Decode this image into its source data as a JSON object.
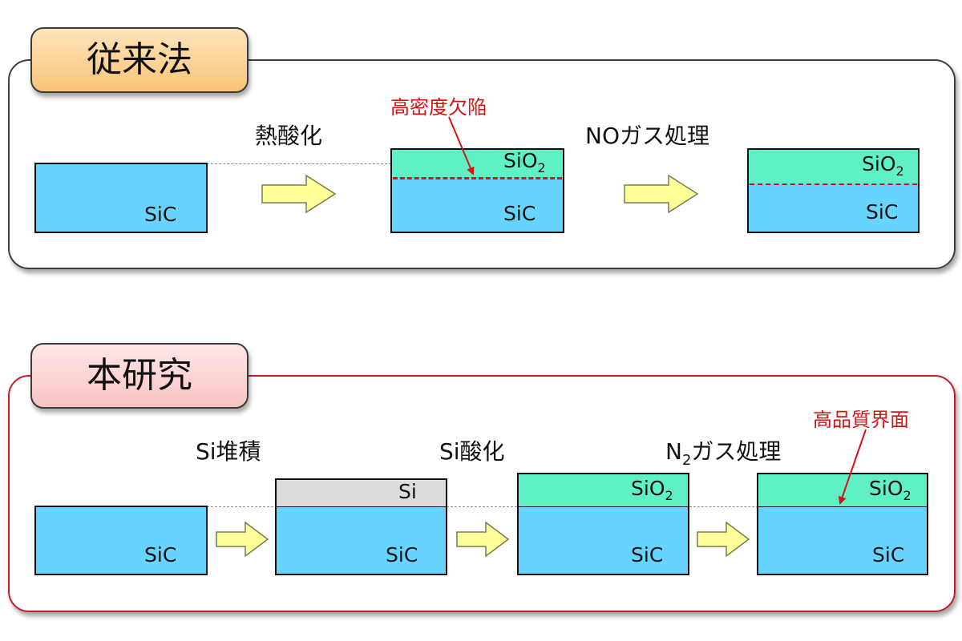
{
  "conventional": {
    "title": "従来法",
    "step1_label": "熱酸化",
    "defect_label": "高密度欠陥",
    "step2_label": "NOガス処理",
    "sic": "SiC",
    "sio2_main": "SiO",
    "sio2_sub": "2"
  },
  "research": {
    "title": "本研究",
    "step1_label": "Si堆積",
    "step2_label": "Si酸化",
    "step3_main": "N",
    "step3_sub": "2",
    "step3_rest": "ガス処理",
    "interface_label": "高品質界面",
    "sic": "SiC",
    "si": "Si",
    "sio2_main": "SiO",
    "sio2_sub": "2"
  },
  "colors": {
    "sic": "#66d4ff",
    "sio2": "#5ff0c6",
    "si": "#dcdcdc",
    "arrow_fill": "#ffff99",
    "defect": "#e01010",
    "conventional_border": "#404040",
    "research_border": "#c41e24"
  }
}
